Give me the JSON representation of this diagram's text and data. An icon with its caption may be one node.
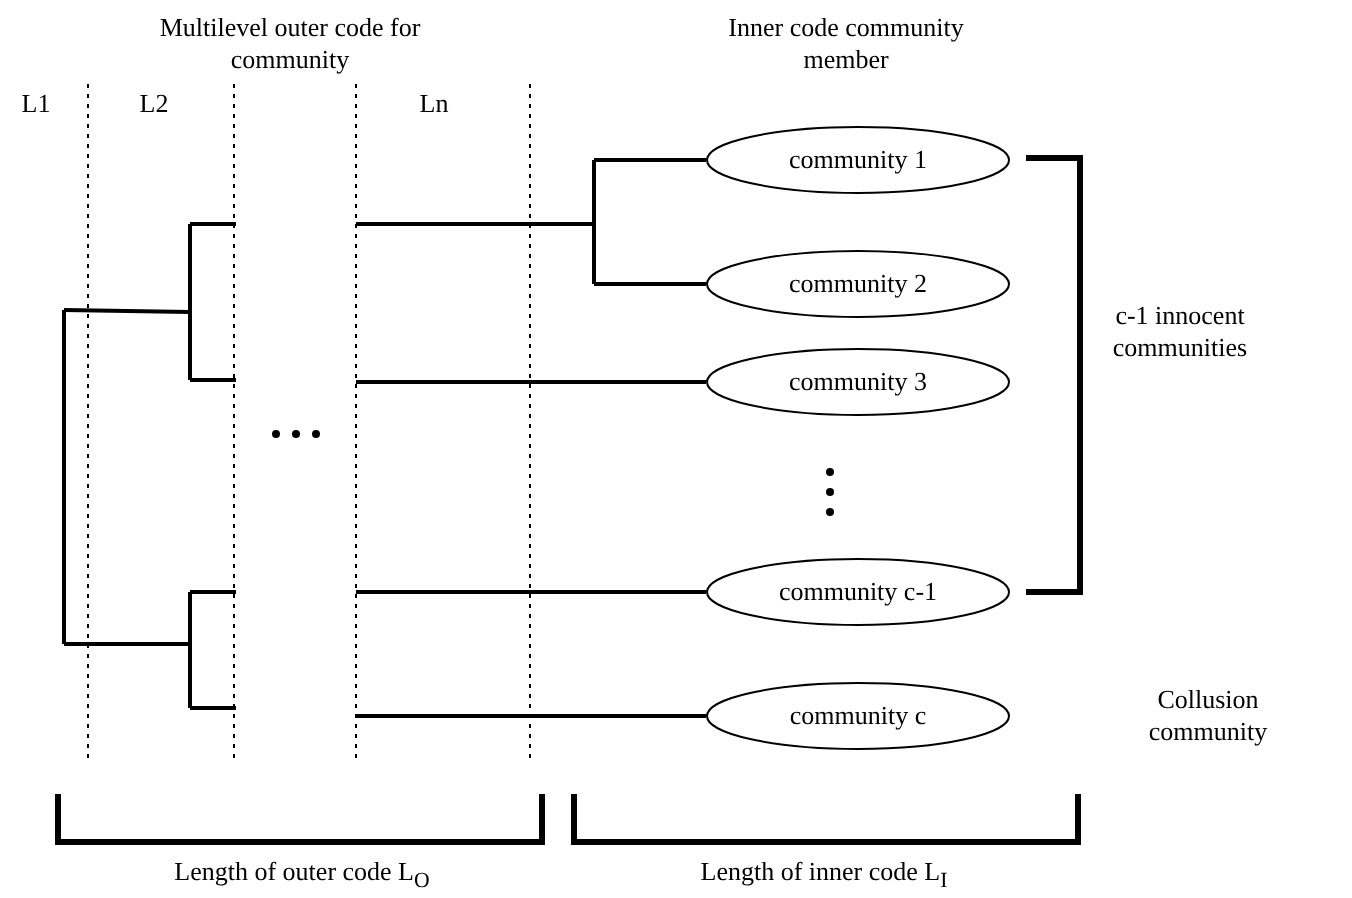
{
  "diagram": {
    "nodes": [
      {
        "text": [
          "community 1"
        ]
      },
      {
        "text": [
          "community 2"
        ]
      },
      {
        "text": [
          "community 3"
        ]
      },
      {
        "text": [
          "community c-1"
        ]
      },
      {
        "text": [
          "community c"
        ]
      }
    ],
    "edges": [
      {
        "from": null,
        "to": 0,
        "arrow": "none"
      },
      {
        "from": null,
        "to": 1,
        "arrow": "none"
      },
      {
        "from": null,
        "to": 2,
        "arrow": "none"
      },
      {
        "from": null,
        "to": 3,
        "arrow": "none"
      },
      {
        "from": null,
        "to": 4,
        "arrow": "none"
      }
    ],
    "labels": [
      "Multilevel outer code for community",
      "Inner code community member",
      "L1",
      "L2",
      "Ln",
      "c-1 innocent communities",
      "Collusion community",
      "Length of outer code L$_{O}$",
      "Length of inner code L$_{I}$"
    ]
  }
}
